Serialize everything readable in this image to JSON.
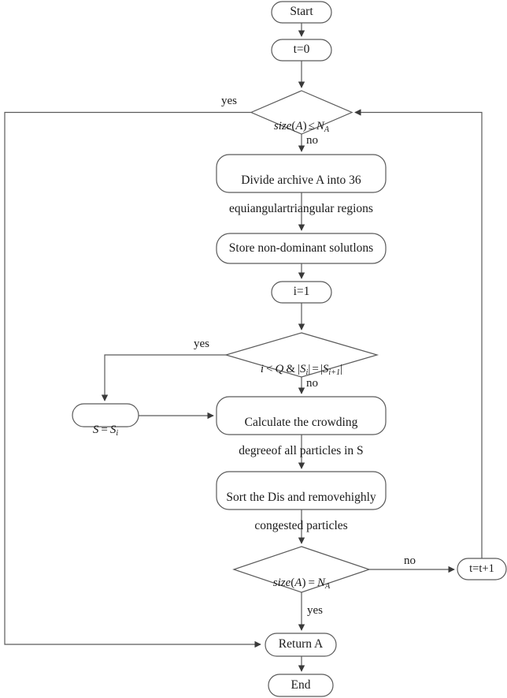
{
  "diagram": {
    "title": "Algorithm flowchart",
    "stroke_color": "#5a5a5a",
    "text_color": "#1a1a1a",
    "background": "#ffffff"
  },
  "nodes": {
    "start": {
      "label": "Start",
      "shape": "rounded-terminal"
    },
    "t_init": {
      "label": "t=0",
      "shape": "rounded-terminal"
    },
    "decision_size_le": {
      "shape": "diamond",
      "expr_prefix": "size",
      "expr_paren_open": "(",
      "expr_arg": "A",
      "expr_paren_close": ")",
      "expr_op": "≤",
      "expr_var": "N",
      "expr_sub": "A",
      "plain": "size(A) ≤ N_A"
    },
    "divide_archive": {
      "line1": "Divide archive A into 36",
      "line2": "equiangulartriangular regions",
      "shape": "rounded-rect"
    },
    "store_nondominant": {
      "label": "Store non-dominant solutlons",
      "shape": "rounded-rect"
    },
    "i_init": {
      "label": "i=1",
      "shape": "rounded-terminal"
    },
    "decision_i_lt_q": {
      "shape": "diamond",
      "expr_i": "i",
      "expr_lt": "<",
      "expr_q": "Q",
      "expr_amp": "&",
      "expr_s1": "S",
      "expr_s1_sub": "i",
      "expr_eq": "=",
      "expr_s2": "S",
      "expr_s2_sub": "i+1",
      "plain": "i < Q & |S_i| = |S_i+1|"
    },
    "s_assign": {
      "shape": "rounded-terminal",
      "expr_lhs": "S",
      "expr_eq": "=",
      "expr_rhs": "S",
      "expr_sub": "i",
      "plain": "S = S_i"
    },
    "calculate_crowding": {
      "line1": "Calculate the crowding",
      "line2": "degreeof all particles in S",
      "shape": "rounded-rect"
    },
    "sort_remove": {
      "line1": "Sort the Dis and removehighly",
      "line2": "congested particles",
      "shape": "rounded-rect"
    },
    "decision_size_eq": {
      "shape": "diamond",
      "expr_prefix": "size",
      "expr_paren_open": "(",
      "expr_arg": "A",
      "expr_paren_close": ")",
      "expr_op": "=",
      "expr_var": "N",
      "expr_sub": "A",
      "plain": "size(A) = N_A"
    },
    "t_increment": {
      "label": "t=t+1",
      "shape": "rounded-terminal"
    },
    "return_a": {
      "label": "Return A",
      "shape": "rounded-terminal"
    },
    "end": {
      "label": "End",
      "shape": "rounded-terminal"
    }
  },
  "edge_labels": {
    "size_le_yes": "yes",
    "size_le_no": "no",
    "i_lt_q_yes": "yes",
    "i_lt_q_no": "no",
    "size_eq_no": "no",
    "size_eq_yes": "yes"
  }
}
